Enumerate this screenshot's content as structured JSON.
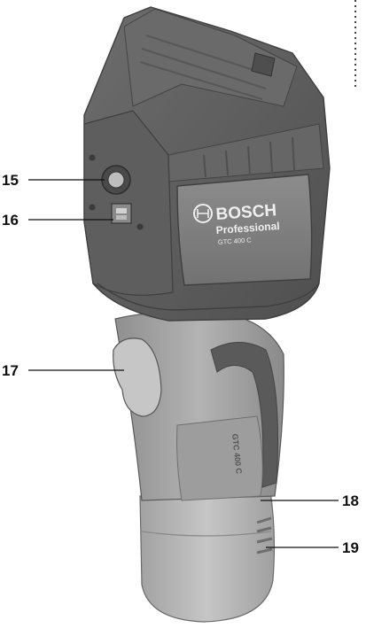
{
  "callouts": [
    {
      "id": "15",
      "label": "15"
    },
    {
      "id": "16",
      "label": "16"
    },
    {
      "id": "17",
      "label": "17"
    },
    {
      "id": "18",
      "label": "18"
    },
    {
      "id": "19",
      "label": "19"
    }
  ],
  "device": {
    "brand": "BOSCH",
    "line": "Professional",
    "model": "GTC 400 C",
    "grip_text": "GTC 400 C"
  },
  "colors": {
    "body_dark": "#5c5c5c",
    "body_mid": "#7a7a7a",
    "grip_light": "#a9a9a9",
    "battery": "#b4b4b4"
  }
}
